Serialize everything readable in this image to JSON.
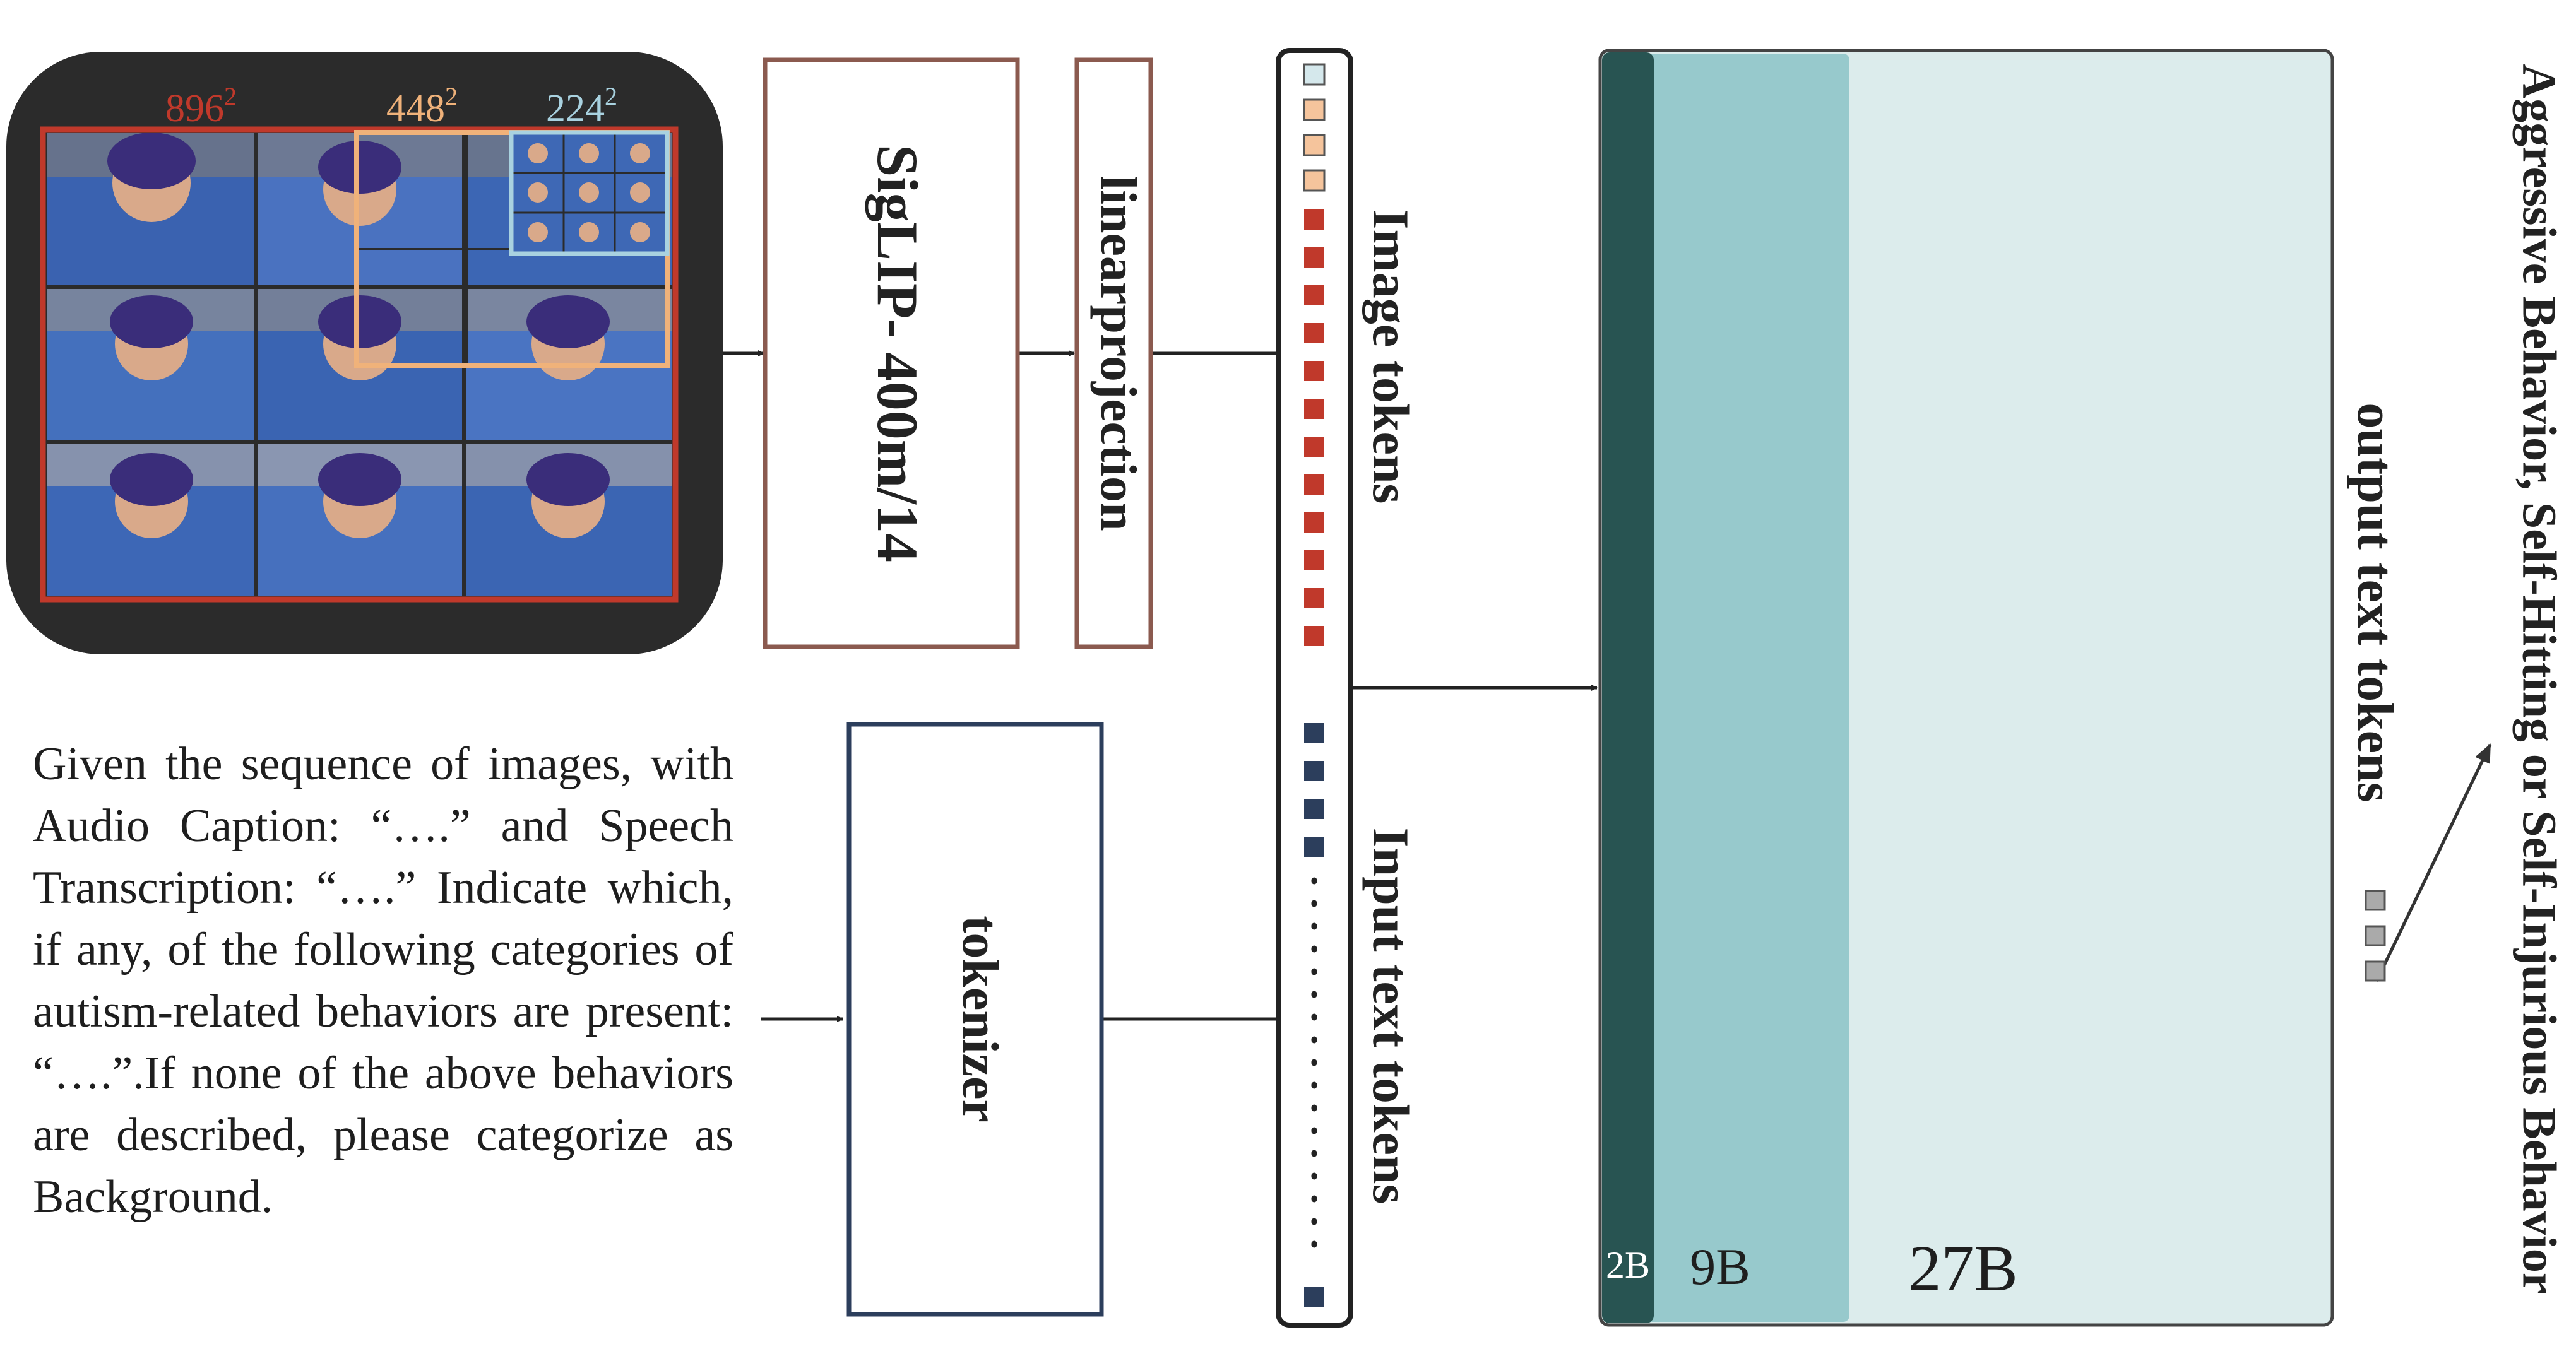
{
  "image_panel": {
    "resolutions": [
      "896",
      "448",
      "224"
    ],
    "superscript": "2"
  },
  "encoder": {
    "label": "SigLIP- 400m/14"
  },
  "projection": {
    "label": "linearprojection"
  },
  "tokenizer": {
    "label": "tokenizer"
  },
  "token_strip": {
    "image_label": "Image tokens",
    "text_label": "Input text tokens"
  },
  "model_sizes": [
    "2B",
    "9B",
    "27B"
  ],
  "output": {
    "label": "output text tokens",
    "behaviors": "Aggressive Behavior, Self-Hitting or Self-Injurious Behavior"
  },
  "prompt_text": "Given the sequence of images, with Audio Caption: “….” and Speech Transcription: “….” Indicate which, if any, of the following categories of autism-related behaviors are present: “….”.If none of the above behaviors are described, please categorize as Background.",
  "colors": {
    "res_896": "#c0392b",
    "res_448": "#f0b27a",
    "res_224": "#a9d2e0",
    "encoder_border": "#8b5a4f",
    "tokenizer_border": "#2c3e5c",
    "image_token": "#c0392b",
    "image_token_light": "#f5c49c",
    "text_token": "#2c3e5c",
    "model_2b": "#285452",
    "model_9b": "#97c9cc",
    "model_27b": "#dcecec"
  }
}
